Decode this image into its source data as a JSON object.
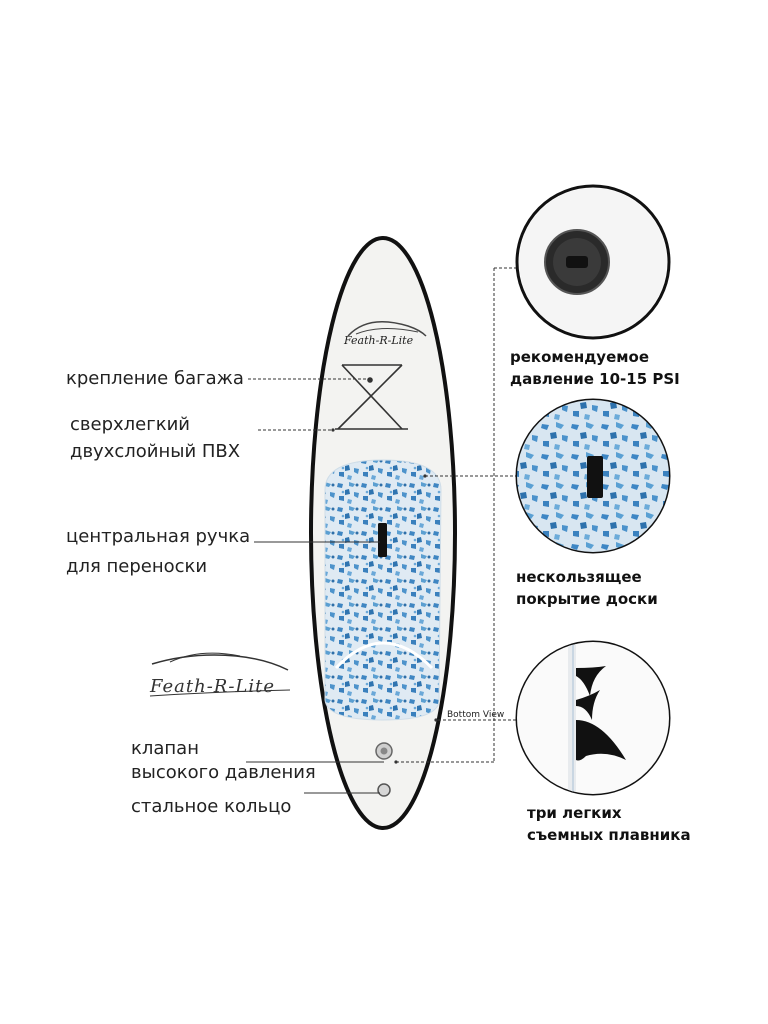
{
  "labels_left": {
    "luggage": "крепление багажа",
    "pvc_line1": "сверхлегкий",
    "pvc_line2": "двухслойный ПВХ",
    "handle_line1": "центральная ручка",
    "handle_line2": "для переноски",
    "valve_line1": "клапан",
    "valve_line2": "высокого давления",
    "ring": "стальное кольцо"
  },
  "labels_right": {
    "pressure_line1": "рекомендуемое",
    "pressure_line2": "давление 10-15 PSI",
    "grip_line1": "нескользящее",
    "grip_line2": "покрытие доски",
    "fins_line1": "три легких",
    "fins_line2": "съемных плавника"
  },
  "bottom_view": "Bottom View",
  "brand": "Feath-R-Lite",
  "colors": {
    "board_fill": "#f3f3f1",
    "board_edge": "#111111",
    "pad_blue": "#4a90c8",
    "pad_light": "#dce9f3"
  }
}
